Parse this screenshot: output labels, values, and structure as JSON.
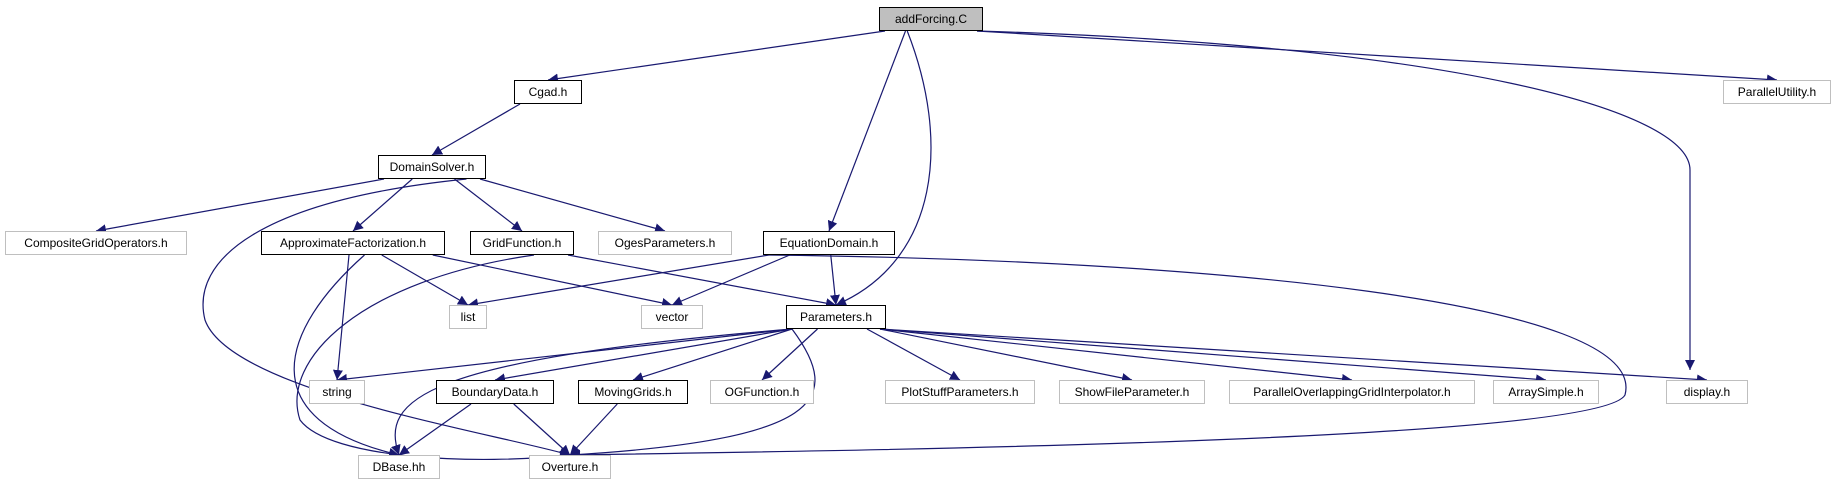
{
  "colors": {
    "edge": "#191970",
    "solid_border": "#000000",
    "gray_border": "#bfbfbf",
    "root_fill": "#bfbfbf"
  },
  "nodes": {
    "addForcing": "addForcing.C",
    "cgad": "Cgad.h",
    "parallelUtility": "ParallelUtility.h",
    "domainSolver": "DomainSolver.h",
    "compositeGridOperators": "CompositeGridOperators.h",
    "approximateFactorization": "ApproximateFactorization.h",
    "gridFunction": "GridFunction.h",
    "ogesParameters": "OgesParameters.h",
    "equationDomain": "EquationDomain.h",
    "list": "list",
    "vector": "vector",
    "parameters": "Parameters.h",
    "string": "string",
    "boundaryData": "BoundaryData.h",
    "movingGrids": "MovingGrids.h",
    "ogFunction": "OGFunction.h",
    "plotStuffParameters": "PlotStuffParameters.h",
    "showFileParameter": "ShowFileParameter.h",
    "parallelOverlapping": "ParallelOverlappingGridInterpolator.h",
    "arraySimple": "ArraySimple.h",
    "display": "display.h",
    "dbase": "DBase.hh",
    "overture": "Overture.h"
  },
  "edges": [
    [
      "addForcing",
      "cgad"
    ],
    [
      "addForcing",
      "parallelUtility"
    ],
    [
      "addForcing",
      "display"
    ],
    [
      "addForcing",
      "equationDomain"
    ],
    [
      "addForcing",
      "parameters"
    ],
    [
      "cgad",
      "domainSolver"
    ],
    [
      "domainSolver",
      "compositeGridOperators"
    ],
    [
      "domainSolver",
      "approximateFactorization"
    ],
    [
      "domainSolver",
      "gridFunction"
    ],
    [
      "domainSolver",
      "ogesParameters"
    ],
    [
      "domainSolver",
      "overture"
    ],
    [
      "approximateFactorization",
      "list"
    ],
    [
      "approximateFactorization",
      "vector"
    ],
    [
      "approximateFactorization",
      "string"
    ],
    [
      "approximateFactorization",
      "dbase"
    ],
    [
      "gridFunction",
      "parameters"
    ],
    [
      "gridFunction",
      "overture"
    ],
    [
      "equationDomain",
      "list"
    ],
    [
      "equationDomain",
      "vector"
    ],
    [
      "equationDomain",
      "parameters"
    ],
    [
      "equationDomain",
      "overture"
    ],
    [
      "parameters",
      "string"
    ],
    [
      "parameters",
      "boundaryData"
    ],
    [
      "parameters",
      "movingGrids"
    ],
    [
      "parameters",
      "ogFunction"
    ],
    [
      "parameters",
      "plotStuffParameters"
    ],
    [
      "parameters",
      "showFileParameter"
    ],
    [
      "parameters",
      "parallelOverlapping"
    ],
    [
      "parameters",
      "arraySimple"
    ],
    [
      "parameters",
      "display"
    ],
    [
      "parameters",
      "dbase"
    ],
    [
      "parameters",
      "overture"
    ],
    [
      "boundaryData",
      "dbase"
    ],
    [
      "boundaryData",
      "overture"
    ],
    [
      "movingGrids",
      "overture"
    ]
  ]
}
